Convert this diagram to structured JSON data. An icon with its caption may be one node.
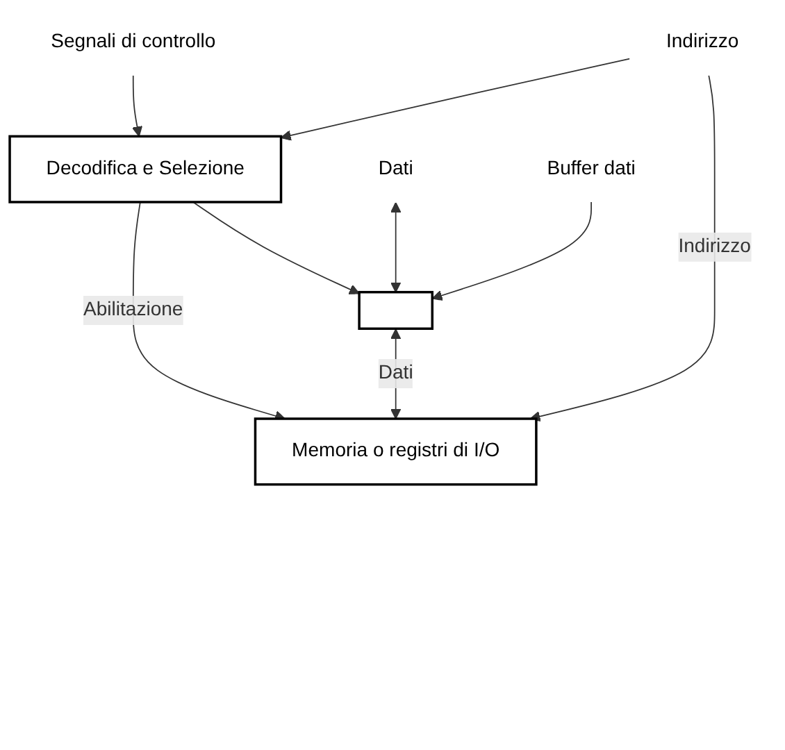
{
  "diagram": {
    "nodes": [
      {
        "text": [
          "Segnali di controllo"
        ]
      },
      {
        "text": [
          "Decodifica e Selezione"
        ]
      },
      {
        "text": [
          "Indirizzo"
        ]
      },
      {
        "text": [
          "Memoria o registri di I/O"
        ]
      },
      {
        "text": [],
        "shape": "box"
      },
      {
        "text": [
          "Dati"
        ]
      },
      {
        "text": [
          "Buffer dati"
        ]
      }
    ],
    "edges": [
      {
        "from": 0,
        "to": 1,
        "arrow": "to"
      },
      {
        "from": 2,
        "to": 1,
        "arrow": "to"
      },
      {
        "from": 2,
        "to": 3,
        "arrow": "to",
        "label": "Indirizzo"
      },
      {
        "from": 1,
        "to": 3,
        "arrow": "to",
        "label": "Abilitazione"
      },
      {
        "from": 1,
        "to": 4,
        "arrow": "to"
      },
      {
        "from": 5,
        "to": 4,
        "arrow": "both"
      },
      {
        "from": 4,
        "to": 3,
        "arrow": "both",
        "label": "Dati"
      },
      {
        "from": 6,
        "to": 4,
        "arrow": "to"
      }
    ]
  }
}
